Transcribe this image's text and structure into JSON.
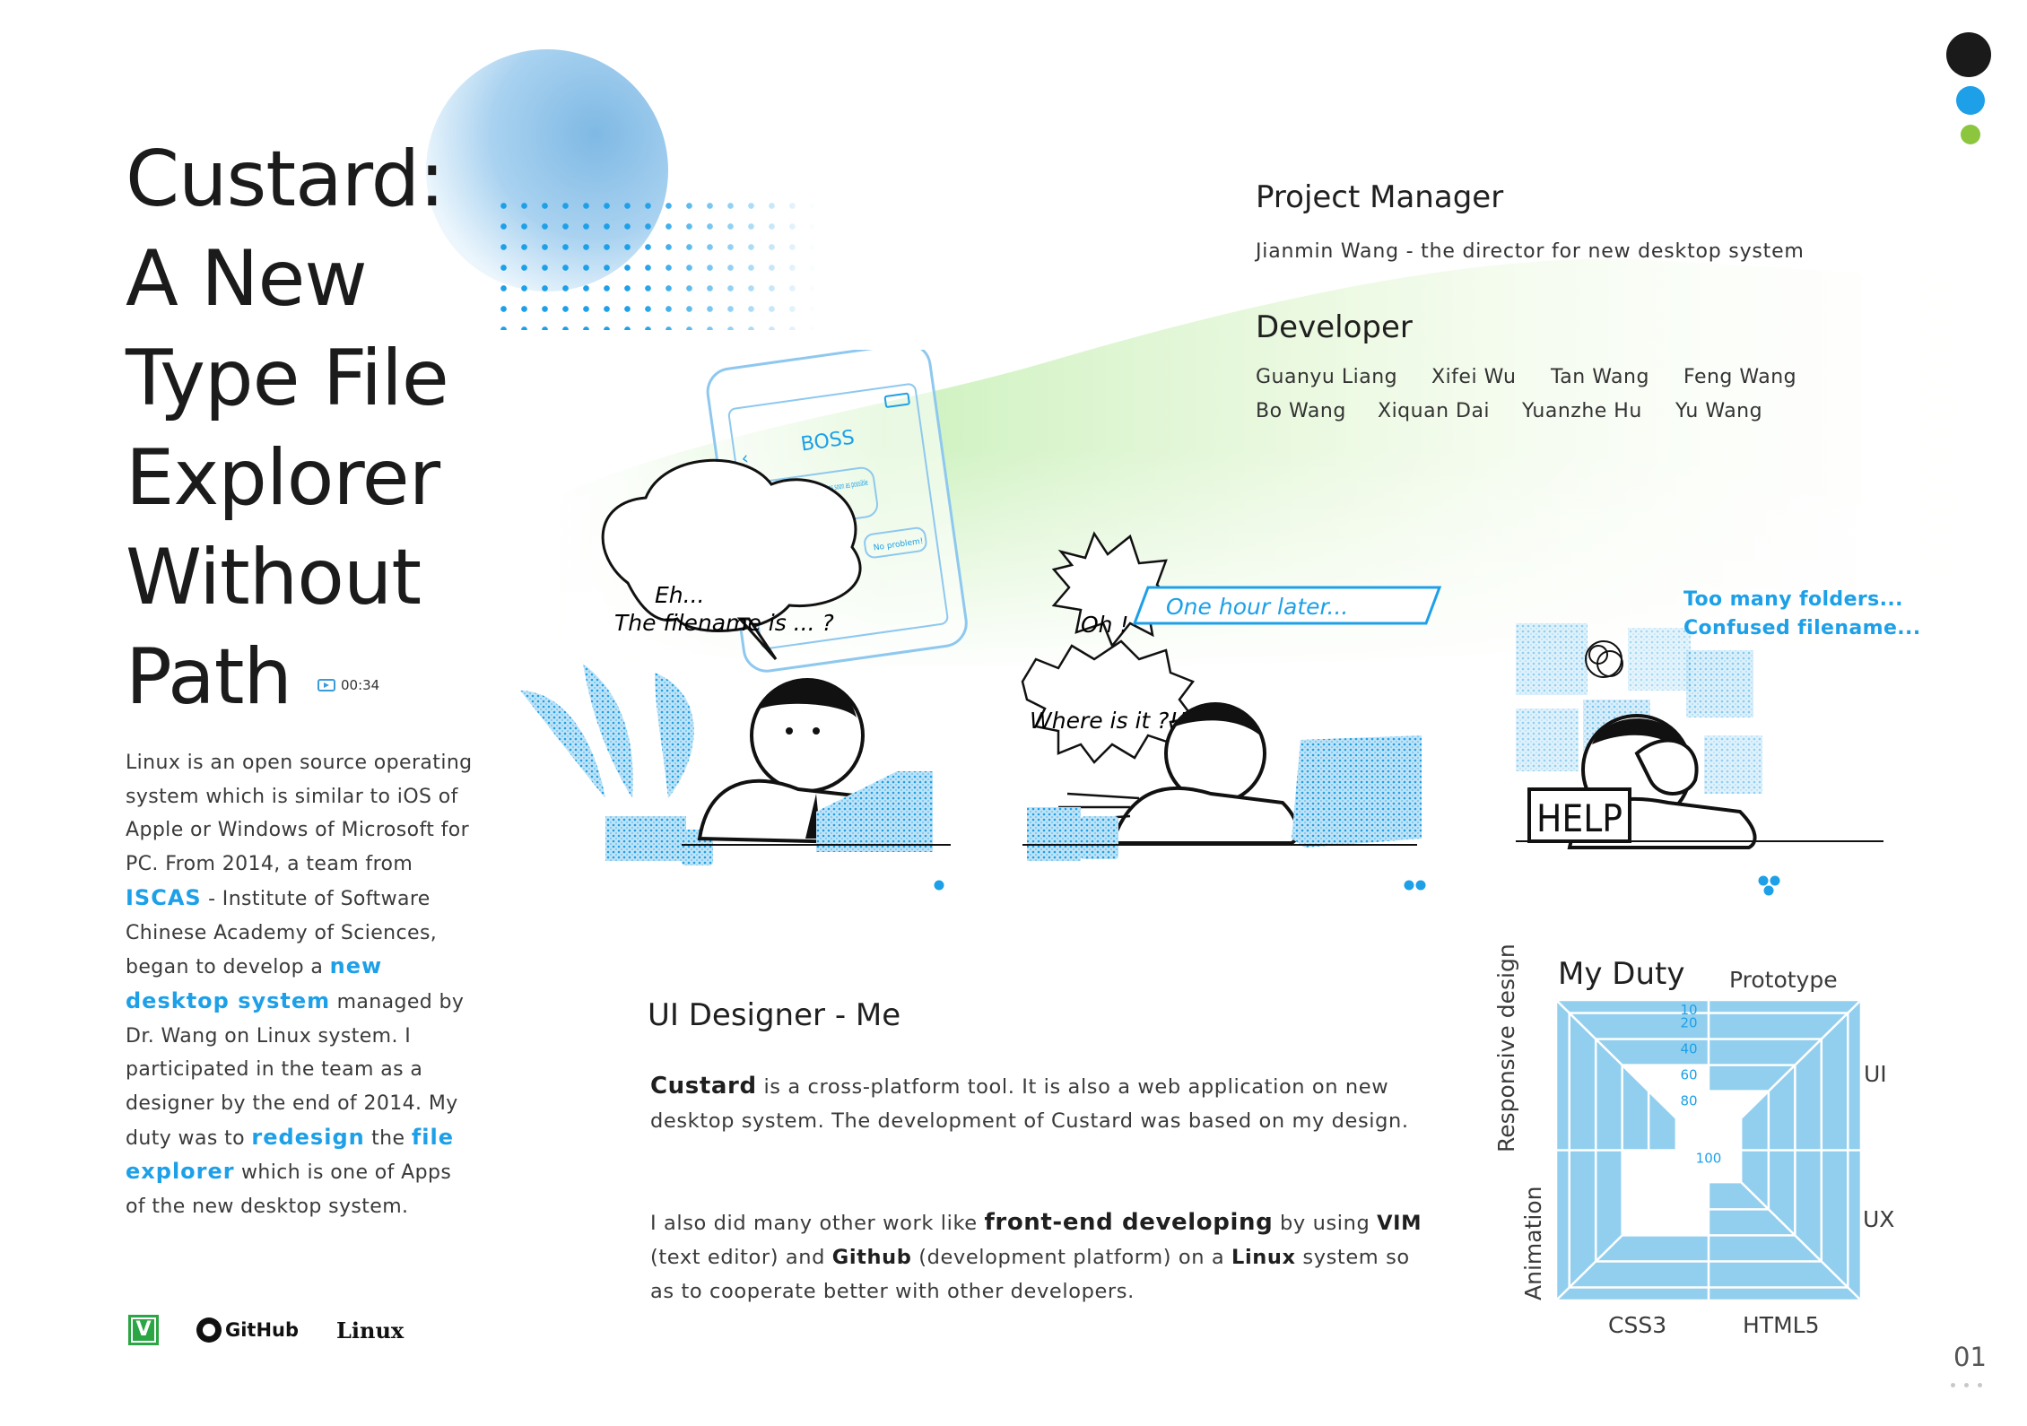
{
  "title": {
    "lines": [
      "Custard:",
      "A New",
      "Type File",
      "Explorer",
      "Without",
      "Path"
    ]
  },
  "media": {
    "duration": "00:34"
  },
  "intro": {
    "t1": "Linux is an open source operating system which is similar to iOS of Apple or Windows of Microsoft for PC. From 2014, a team from ",
    "iscas": "ISCAS",
    "t2": " - Institute of Software Chinese Academy of Sciences, began to develop a ",
    "new_desktop": "new desktop system",
    "t3": " managed by Dr. Wang on Linux system. I participated in the team as a designer by the end of 2014. My duty was to ",
    "redesign": "redesign",
    "t4": " the ",
    "file_explorer": "file explorer",
    "t5": " which is one of Apps of the new desktop system."
  },
  "logos": {
    "github": "GitHub",
    "linux": "Linux"
  },
  "team": {
    "pm_heading": "Project Manager",
    "pm_desc": "Jianmin Wang - the director for new desktop system",
    "dev_heading": "Developer",
    "developers_row1": [
      "Guanyu Liang",
      "Xifei Wu",
      "Tan Wang",
      "Feng Wang"
    ],
    "developers_row2": [
      "Bo Wang",
      "Xiquan Dai",
      "Yuanzhe Hu",
      "Yu Wang"
    ]
  },
  "comic": {
    "phone_title": "BOSS",
    "phone_message": "Please send me the meeting notes as soon as possible",
    "phone_reply": "No problem!",
    "panel1_line1": "Eh...",
    "panel1_line2": "The filename is ... ?",
    "panel2_oh": "Oh !",
    "panel2_caption": "One hour later...",
    "panel2_where": "Where is it ?!!",
    "panel3_caption1": "Too many folders...",
    "panel3_caption2": "Confused filename...",
    "panel3_sign": "HELP"
  },
  "ui_designer": {
    "heading": "UI Designer - Me",
    "p1_bold": "Custard",
    "p1_rest": " is a cross-platform tool. It is also a web application on new desktop system. The development of Custard was based on my design.",
    "p2_a": "I also did many other work like ",
    "p2_bold1": "front-end developing",
    "p2_b": " by using ",
    "p2_vim": "VIM",
    "p2_c": " (text editor) and ",
    "p2_github": "Github",
    "p2_d": " (development platform) on a ",
    "p2_linux": "Linux",
    "p2_e": " system so as to cooperate better with other developers."
  },
  "duty": {
    "title": "My Duty",
    "labels": {
      "top": "Prototype",
      "right_upper": "UI",
      "right_lower": "UX",
      "bottom_left": "CSS3",
      "bottom_right": "HTML5",
      "left_upper": "Responsive design",
      "left_lower": "Animation"
    },
    "scale": [
      "10",
      "20",
      "40",
      "60",
      "80",
      "100"
    ]
  },
  "chart_data": {
    "type": "radar-square",
    "title": "My Duty",
    "scale_ticks": [
      10,
      20,
      40,
      60,
      80,
      100
    ],
    "axes": [
      "Prototype",
      "UI",
      "UX",
      "HTML5",
      "CSS3",
      "Animation",
      "Responsive design"
    ],
    "values": [
      {
        "axis": "Prototype",
        "value": 80
      },
      {
        "axis": "UI",
        "value": 100
      },
      {
        "axis": "UX",
        "value": 100
      },
      {
        "axis": "HTML5",
        "value": 60
      },
      {
        "axis": "CSS3",
        "value": 60
      },
      {
        "axis": "Animation",
        "value": 100
      },
      {
        "axis": "Responsive design",
        "value": 60
      }
    ]
  },
  "page": {
    "number": "01"
  },
  "colors": {
    "accent": "#1da0e8",
    "light_blue": "#92cfee",
    "green": "#8cc63f",
    "dark": "#1b1b1b"
  }
}
